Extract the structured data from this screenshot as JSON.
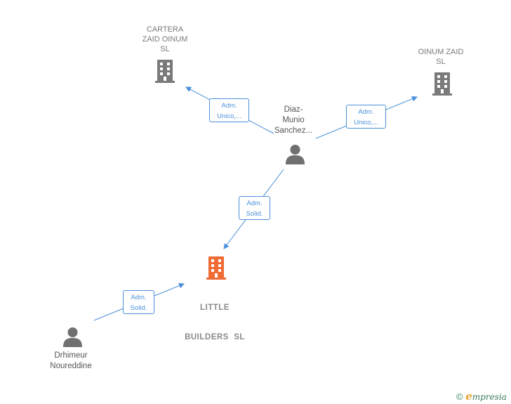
{
  "nodes": {
    "cartera": {
      "label_lines": [
        "CARTERA",
        "ZAID OINUM",
        "SL"
      ]
    },
    "oinum": {
      "label_lines": [
        "OINUM ZAID",
        "SL"
      ]
    },
    "diaz": {
      "label_lines": [
        "Diaz-",
        "Munio",
        "Sanchez..."
      ]
    },
    "little": {
      "label_lines": [
        "LITTLE",
        "BUILDERS  SL"
      ]
    },
    "drhimeur": {
      "label_lines": [
        "Drhimeur",
        "Noureddine"
      ]
    }
  },
  "edges": {
    "diaz_cartera": {
      "lines": [
        "Adm.",
        "Unico,..."
      ]
    },
    "diaz_oinum": {
      "lines": [
        "Adm.",
        "Unico,..."
      ]
    },
    "diaz_little": {
      "lines": [
        "Adm.",
        "Solid."
      ]
    },
    "drhimeur_little": {
      "lines": [
        "Adm.",
        "Solid."
      ]
    }
  },
  "colors": {
    "edge": "#4a90d9",
    "company_icon": "#7a7a7a",
    "main_company_icon": "#f06a35",
    "person_icon": "#707070"
  },
  "footer": {
    "copyright_symbol": "©",
    "brand_first": "e",
    "brand_rest": "mpresia"
  }
}
